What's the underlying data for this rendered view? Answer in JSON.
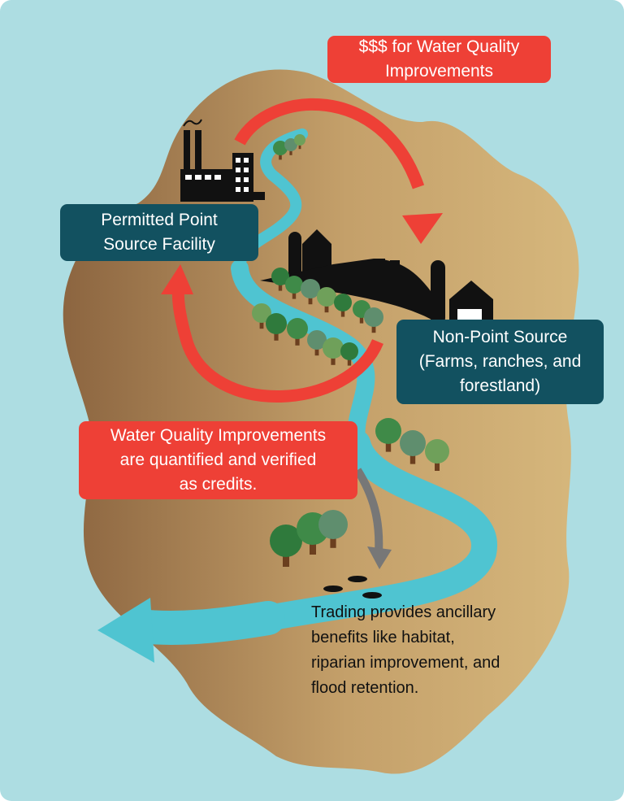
{
  "labels": {
    "funding": [
      "$$$ for Water Quality",
      "Improvements"
    ],
    "point_source": [
      "Permitted Point",
      "Source Facility"
    ],
    "non_point_source": [
      "Non-Point Source",
      "(Farms, ranches, and",
      "forestland)"
    ],
    "credits": [
      "Water Quality Improvements",
      "are quantified and verified",
      "as credits."
    ],
    "benefits": [
      "Trading provides ancillary",
      "benefits like habitat,",
      "riparian improvement, and",
      "flood retention."
    ]
  },
  "colors": {
    "background": "#addde2",
    "land_dark": "#8c6540",
    "land_light": "#d6b77c",
    "river": "#4fc4d1",
    "arrow_red": "#ee4036",
    "box_teal": "#125160"
  }
}
